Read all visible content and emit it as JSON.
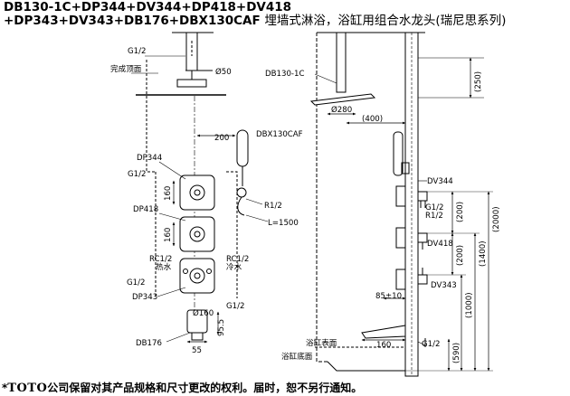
{
  "header": {
    "line1": "DB130-1C+DP344+DV344+DP418+DV418",
    "line2_models": "+DP343+DV343+DB176+DBX130CAF",
    "line2_desc": "埋墙式淋浴，浴缸用组合水龙头(瑞尼思系列)"
  },
  "footer": {
    "asterisk": "*",
    "brand": "TOTO",
    "notice": "公司保留对其产品规格和尺寸更改的权利。届时，恕不另行通知。"
  },
  "front_view": {
    "g12_top": "G1/2",
    "ceiling": "完成顶面",
    "d50": "Ø50",
    "dim_200": "200",
    "dbx": "DBX130CAF",
    "dp344": "DP344",
    "g12_dp344": "G1/2",
    "dim_160_a": "160",
    "r12": "R1/2",
    "l1500": "L=1500",
    "dp418": "DP418",
    "dim_160_b": "160",
    "rc12_left": "RC1/2",
    "hot": "热水",
    "rc12_right": "RC1/2",
    "cold": "冷水",
    "g12_left": "G1/2",
    "dp343": "DP343",
    "g12_bottom": "G1/2",
    "d160": "Ø160",
    "dim_955": "95.5",
    "db176": "DB176",
    "dim_55": "55"
  },
  "side_view": {
    "db130": "DB130-1C",
    "d280": "Ø280",
    "dim_400": "(400)",
    "dim_250": "(250)",
    "dv344": "DV344",
    "g12": "G1/2",
    "r12": "R1/2",
    "dim_200_a": "(200)",
    "dv418": "DV418",
    "dim_200_b": "(200)",
    "dv343": "DV343",
    "dim_85": "85±10",
    "dim_2000": "(2000)",
    "dim_1400": "(1400)",
    "dim_1000": "(1000)",
    "tub_surface": "浴缸表面",
    "tub_bottom": "浴缸底面",
    "dim_160": "160",
    "g12_spout": "G1/2",
    "dim_590": "(590)"
  }
}
